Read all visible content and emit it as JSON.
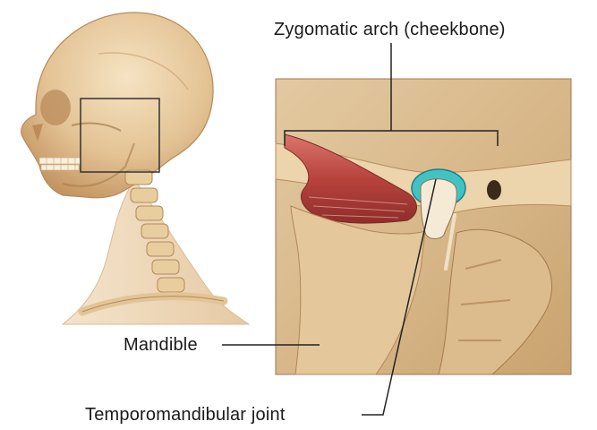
{
  "labels": {
    "zygomatic_arch": "Zygomatic arch (cheekbone)",
    "mandible": "Mandible",
    "temporomandibular_joint": "Temporomandibular joint"
  },
  "colors": {
    "bone": "#e9cfa3",
    "bone_shadow": "#c69a66",
    "skin": "#f1ddc0",
    "muscle": "#c0524a",
    "cartilage": "#41c3c4",
    "leader_line": "#222222"
  }
}
